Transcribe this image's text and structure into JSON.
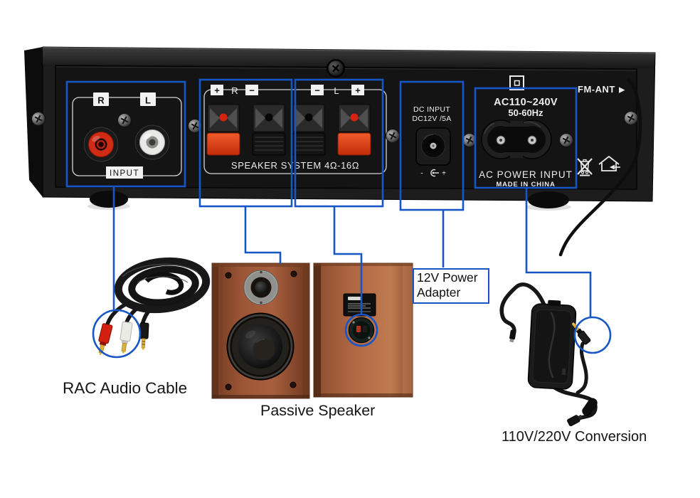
{
  "colors": {
    "accent_blue": "#1856c5",
    "panel_text": "#ececec",
    "caption_text": "#151515"
  },
  "icons": {
    "fm_ant_arrow": "▶",
    "class_ii": "double-square-outline",
    "weee": "crossed-out-wheelie-bin",
    "indoor_use": "house-with-arrow",
    "dc_polarity": "center-positive-diagram"
  },
  "amp_panel": {
    "input": {
      "r": "R",
      "l": "L",
      "label": "INPUT"
    },
    "speaker": {
      "plus_left": "+",
      "r": "R",
      "minus_left": "−",
      "minus_right": "−",
      "l": "L",
      "plus_right": "+",
      "caption": "SPEAKER SYSTEM 4Ω-16Ω"
    },
    "dc": {
      "title": "DC INPUT",
      "spec": "DC12V /5A",
      "minus": "-",
      "plus": "+"
    },
    "ac": {
      "voltage": "AC110~240V",
      "freq": "50-60Hz",
      "label": "AC POWER INPUT",
      "origin": "MADE IN CHINA"
    },
    "fm": {
      "label": "FM-ANT",
      "arrow": "▶"
    }
  },
  "captions": {
    "cable": "RAC Audio Cable",
    "speaker": "Passive Speaker",
    "adapter_box": "12V Power Adapter",
    "conversion": "110V/220V Conversion"
  }
}
